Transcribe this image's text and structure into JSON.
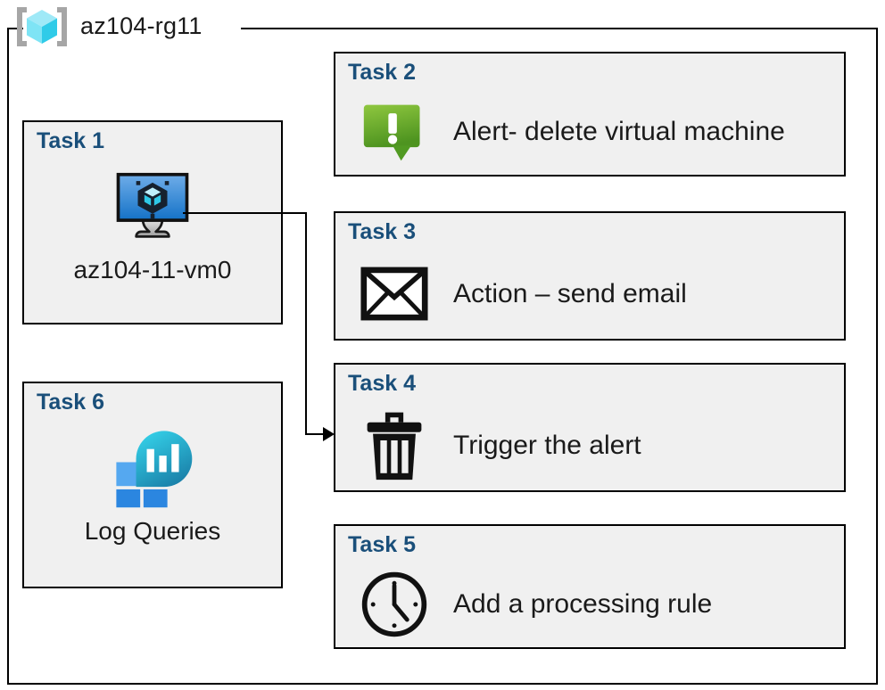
{
  "resource_group": {
    "icon": "resource-group-cube-icon",
    "name": "az104-rg11"
  },
  "left_column": [
    {
      "id": "task-1",
      "title": "Task 1",
      "icon": "azure-virtual-machine-icon",
      "label": "az104-11-vm0"
    },
    {
      "id": "task-6",
      "title": "Task 6",
      "icon": "log-analytics-queries-icon",
      "label": "Log Queries"
    }
  ],
  "right_column": [
    {
      "id": "task-2",
      "title": "Task 2",
      "icon": "alert-exclamation-bubble-icon",
      "label": "Alert- delete virtual machine"
    },
    {
      "id": "task-3",
      "title": "Task 3",
      "icon": "envelope-icon",
      "label": "Action – send email"
    },
    {
      "id": "task-4",
      "title": "Task 4",
      "icon": "trash-can-icon",
      "label": "Trigger the alert"
    },
    {
      "id": "task-5",
      "title": "Task 5",
      "icon": "clock-icon",
      "label": "Add a processing rule"
    }
  ],
  "connector": {
    "name": "vm-to-task4-connector",
    "from": "task-1",
    "to": "task-4",
    "arrow": "arrowhead-right"
  },
  "colors": {
    "task_title": "#1a4f7a",
    "card_fill": "#f0f0f0",
    "card_border": "#000000",
    "body_text": "#1a1a1a",
    "rg_cube_light": "#9fe9f7",
    "rg_cube_mid": "#4fd8f0",
    "rg_cube_dark": "#27c6e6",
    "rg_bracket": "#a6a6a6",
    "vm_screen_top": "#6aa9e9",
    "vm_screen_bottom": "#1573c8",
    "vm_stand": "#bfbfbf",
    "alert_green_top": "#86c232",
    "alert_green_bottom": "#4f9420",
    "log_square_light": "#4fa3ef",
    "log_square_dark": "#2a83de",
    "log_drop_top": "#31cbe8",
    "log_drop_bottom": "#1b86ad"
  }
}
